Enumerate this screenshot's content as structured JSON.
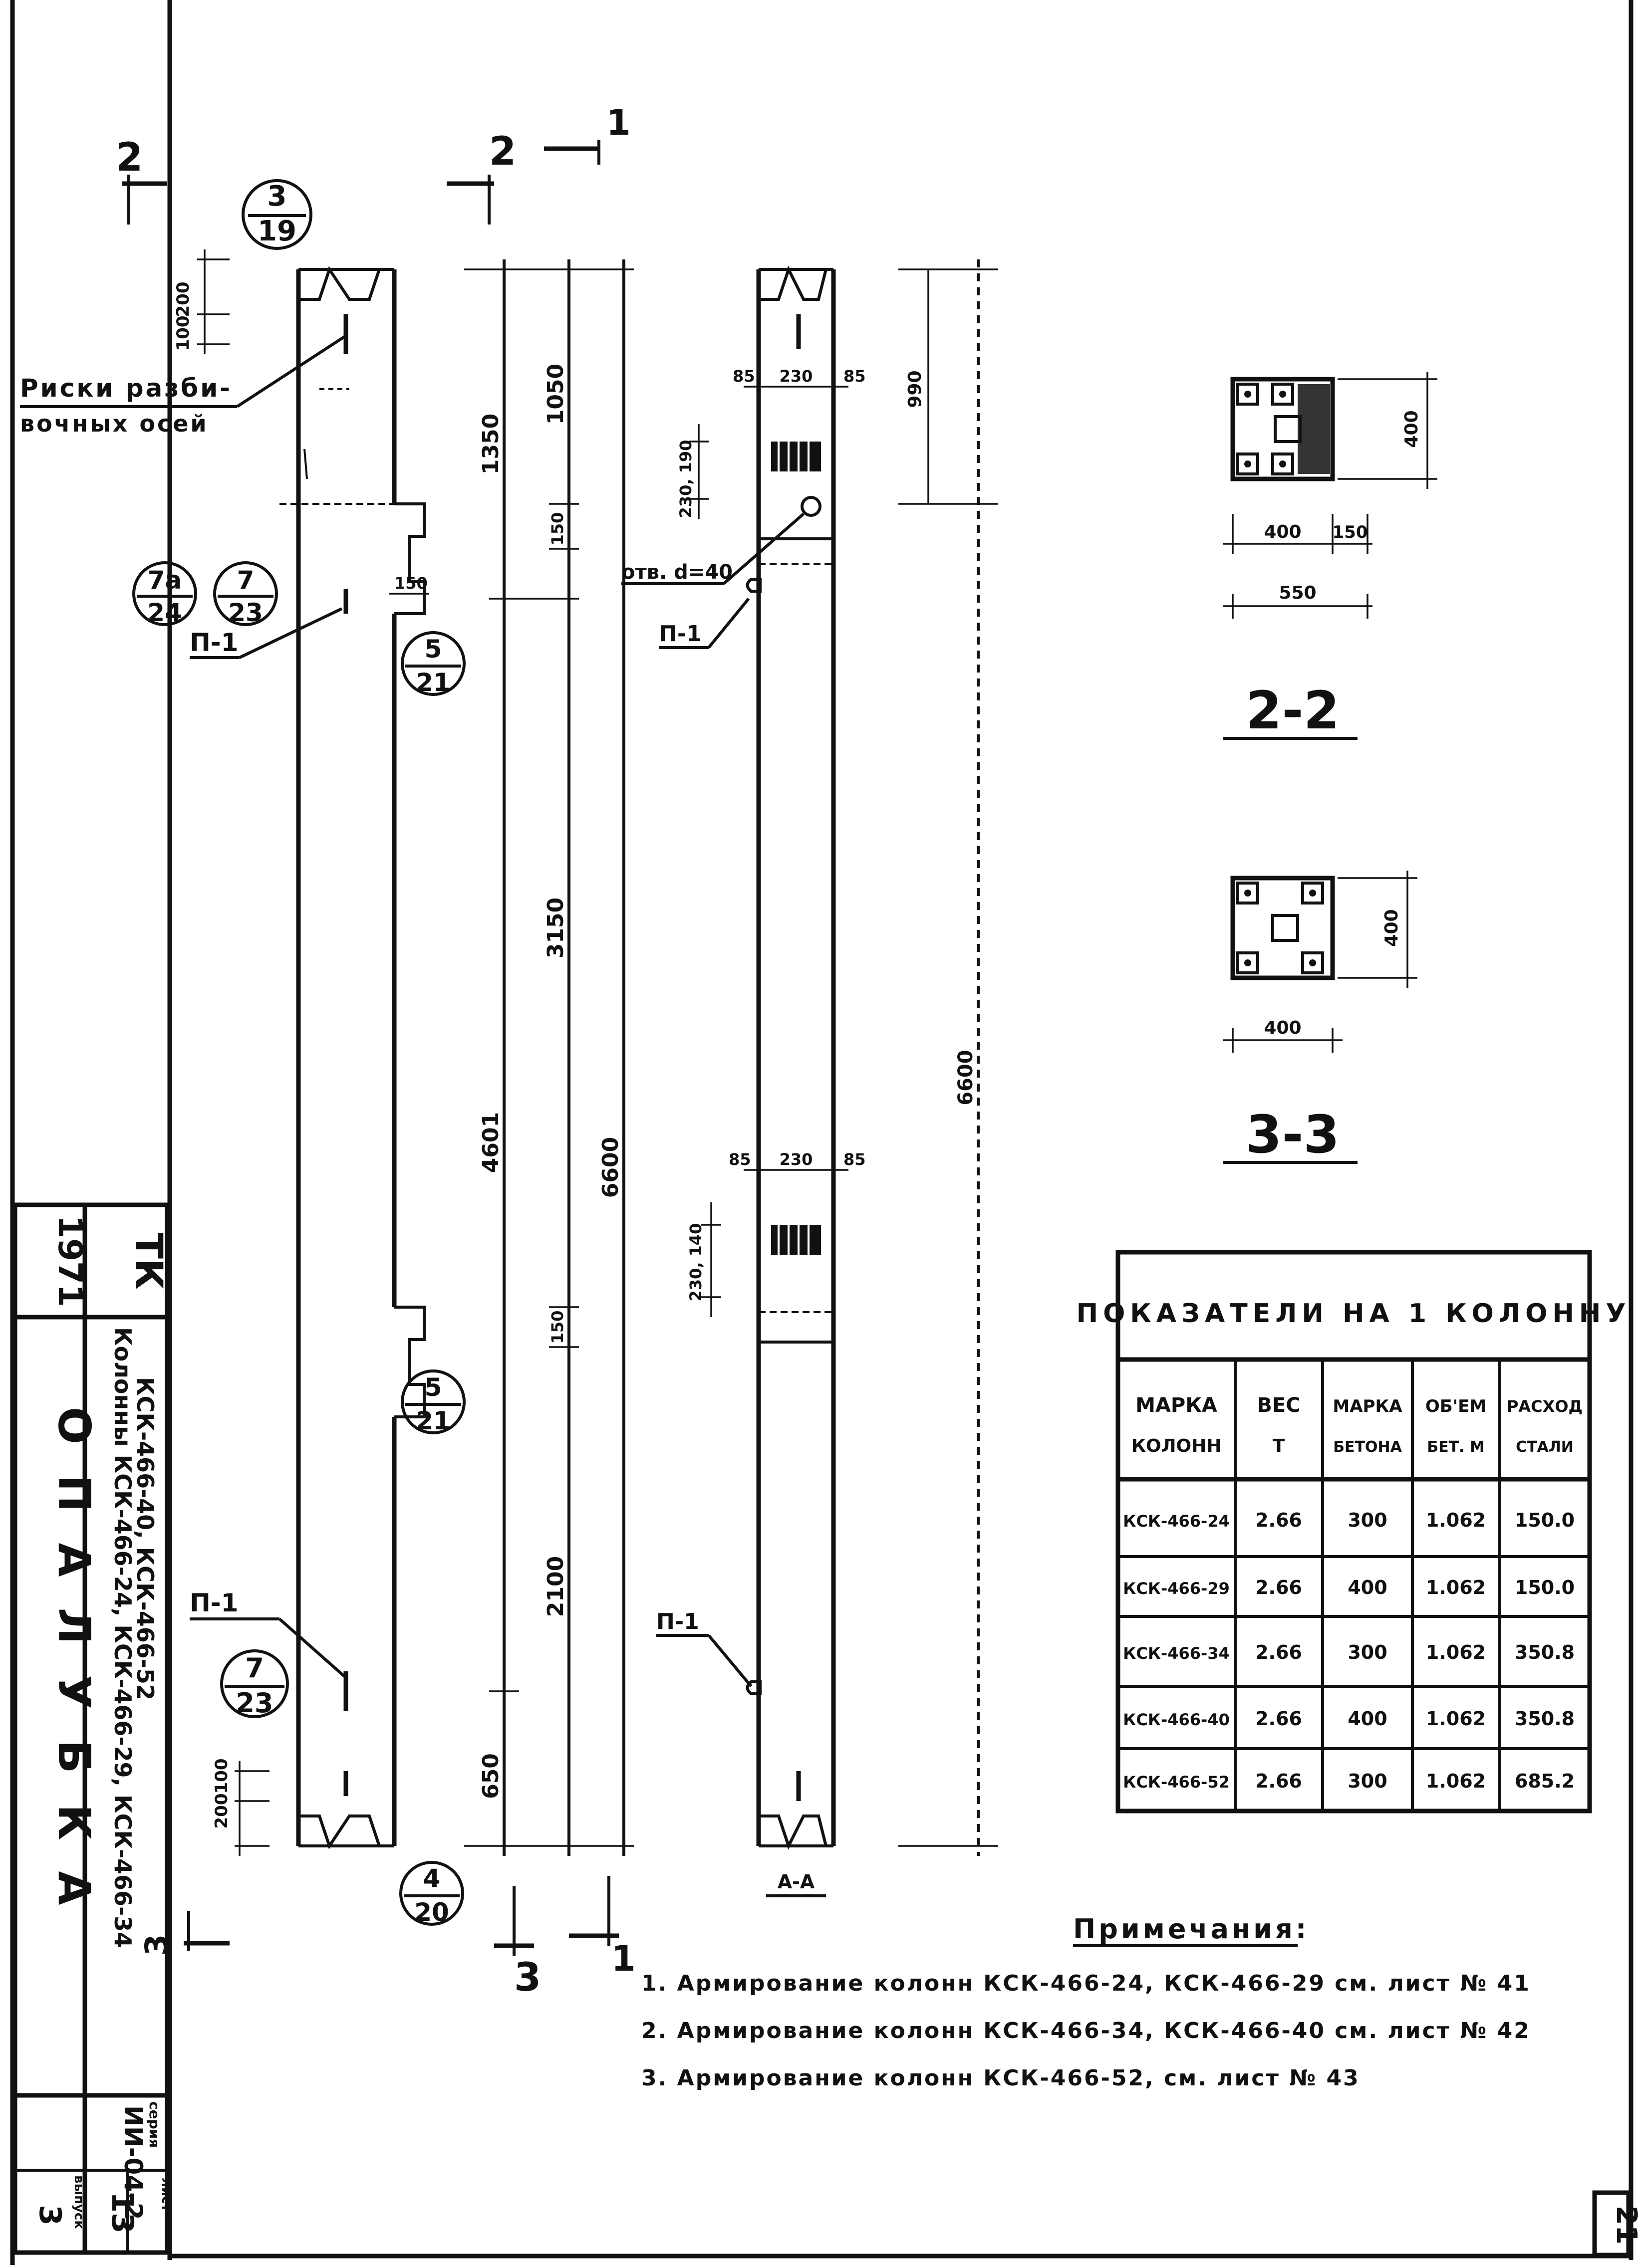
{
  "sections": {
    "s2_left": "2",
    "s2_right": "2",
    "s1_top": "1",
    "s1_bottom": "1",
    "s3_left": "3",
    "s3_bottom": "3"
  },
  "callouts": [
    {
      "num": "3",
      "den": "19"
    },
    {
      "num": "7a",
      "den": "24"
    },
    {
      "num": "7",
      "den": "23"
    },
    {
      "num": "5",
      "den": "21"
    },
    {
      "num": "5",
      "den": "21"
    },
    {
      "num": "7",
      "den": "23"
    },
    {
      "num": "4",
      "den": "20"
    }
  ],
  "labels": {
    "marks_line1": "Риски разби-",
    "marks_line2": "вочных осей",
    "p1_a": "П-1",
    "p1_b": "П-1",
    "p1_c": "П-1",
    "p1_d": "П-1",
    "hole": "отв. d=40",
    "view": "А-А"
  },
  "dims": {
    "d200": "200",
    "d100": "100",
    "d1050": "1050",
    "d1350": "1350",
    "d150a": "150",
    "d150b": "150",
    "d150c": "150",
    "d3150": "3150",
    "d4601": "4601",
    "d6600": "6600",
    "d2100": "2100",
    "d650": "650",
    "d200b": "200",
    "d100b": "100",
    "d85a": "85",
    "d230a": "230",
    "d85b": "85",
    "d990": "990",
    "d230_190": "230, 190",
    "d6600b": "6600",
    "d85c": "85",
    "d230b": "230",
    "d85d": "85",
    "d230_140": "230, 140",
    "s22_400v": "400",
    "s22_400h": "400",
    "s22_150": "150",
    "s22_550": "550",
    "s33_400v": "400",
    "s33_400h": "400"
  },
  "section_titles": {
    "s22": "2-2",
    "s33": "3-3"
  },
  "table": {
    "title": "ПОКАЗАТЕЛИ НА 1 КОЛОННУ",
    "headers": [
      [
        "МАРКА",
        "КОЛОНН"
      ],
      [
        "ВЕС",
        "Т"
      ],
      [
        "МАРКА",
        "БЕТОНА"
      ],
      [
        "ОБ'ЕМ",
        "БЕТ. М"
      ],
      [
        "РАСХОД",
        "СТАЛИ"
      ]
    ],
    "rows": [
      [
        "КСК-466-24",
        "2.66",
        "300",
        "1.062",
        "150.0"
      ],
      [
        "КСК-466-29",
        "2.66",
        "400",
        "1.062",
        "150.0"
      ],
      [
        "КСК-466-34",
        "2.66",
        "300",
        "1.062",
        "350.8"
      ],
      [
        "КСК-466-40",
        "2.66",
        "400",
        "1.062",
        "350.8"
      ],
      [
        "КСК-466-52",
        "2.66",
        "300",
        "1.062",
        "685.2"
      ]
    ]
  },
  "notes": {
    "title": "Примечания:",
    "items": [
      "1. Армирование колонн КСК-466-24, КСК-466-29 см. лист № 41",
      "2. Армирование колонн КСК-466-34, КСК-466-40 см. лист № 42",
      "3. Армирование колонн КСК-466-52, см. лист № 43"
    ]
  },
  "titleblock": {
    "year": "1971",
    "tk": "ТК",
    "subject_line1": "Колонны КСК-466-24, КСК-466-29, КСК-466-34",
    "subject_line2": "КСК-466-40, КСК-466-52",
    "name": "ОПАЛУБКА",
    "series_label": "серия",
    "series": "ИИ-04-2",
    "issue_label": "выпуск",
    "issue": "3",
    "sheet_label": "лист",
    "sheet": "13"
  },
  "page_number": "21"
}
